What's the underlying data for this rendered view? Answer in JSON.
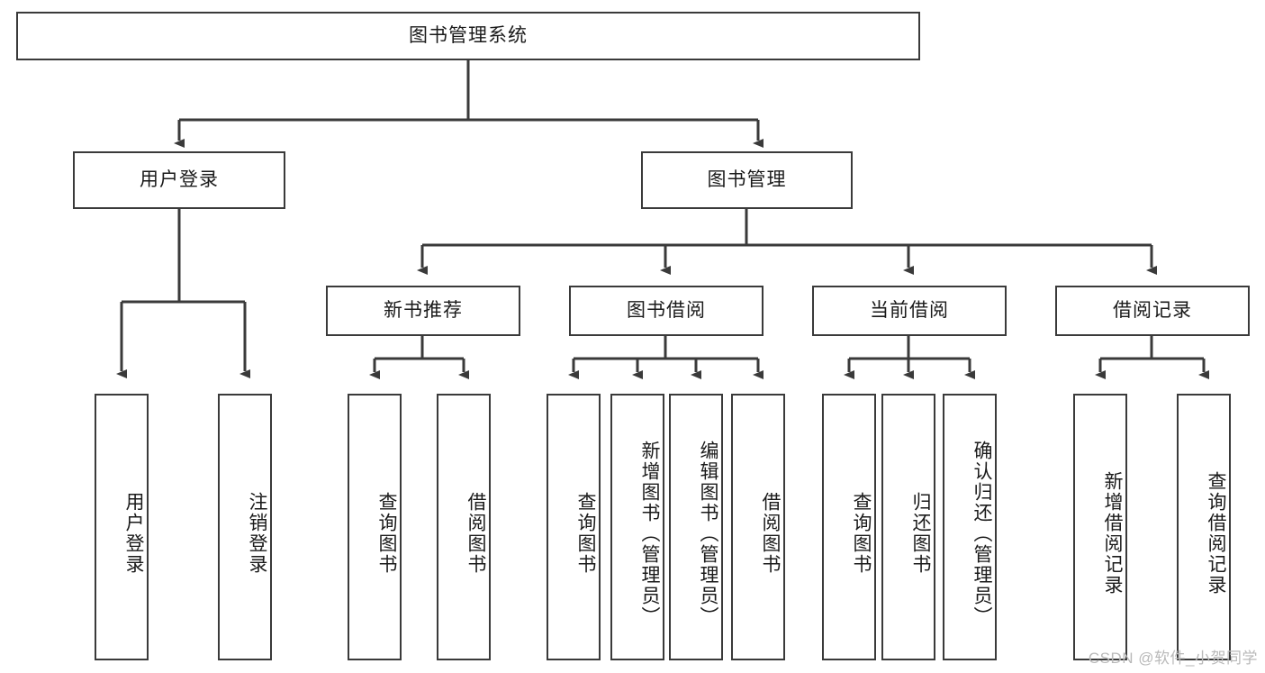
{
  "diagram": {
    "title": "图书管理系统",
    "type": "tree-hierarchy",
    "watermark": "CSDN @软件_小贺同学",
    "colors": {
      "box_border": "#3a3a3a",
      "box_fill": "#ffffff",
      "edge": "#3a3a3a",
      "text": "#1a1a1a",
      "watermark": "#b9b9b9"
    },
    "nodes": {
      "root": {
        "label": "图书管理系统"
      },
      "level2": [
        {
          "id": "user-login",
          "label": "用户登录"
        },
        {
          "id": "book-management",
          "label": "图书管理"
        }
      ],
      "level3": [
        {
          "id": "new-book-recommend",
          "label": "新书推荐"
        },
        {
          "id": "book-borrow",
          "label": "图书借阅"
        },
        {
          "id": "current-borrow",
          "label": "当前借阅"
        },
        {
          "id": "borrow-record",
          "label": "借阅记录"
        }
      ],
      "leaves": {
        "user_login": [
          {
            "id": "leaf-user-login",
            "label": "用户登录"
          },
          {
            "id": "leaf-logout-login",
            "label": "注销登录"
          }
        ],
        "new_book_recommend": [
          {
            "id": "leaf-query-book-1",
            "label": "查询图书"
          },
          {
            "id": "leaf-borrow-book-1",
            "label": "借阅图书"
          }
        ],
        "book_borrow": [
          {
            "id": "leaf-query-book-2",
            "label": "查询图书"
          },
          {
            "id": "leaf-add-book",
            "label": "新增图书（管理员）"
          },
          {
            "id": "leaf-edit-book",
            "label": "编辑图书（管理员）"
          },
          {
            "id": "leaf-borrow-book-2",
            "label": "借阅图书"
          }
        ],
        "current_borrow": [
          {
            "id": "leaf-query-book-3",
            "label": "查询图书"
          },
          {
            "id": "leaf-return-book",
            "label": "归还图书"
          },
          {
            "id": "leaf-confirm-return",
            "label": "确认归还（管理员）"
          }
        ],
        "borrow_record": [
          {
            "id": "leaf-add-record",
            "label": "新增借阅记录"
          },
          {
            "id": "leaf-query-record",
            "label": "查询借阅记录"
          }
        ]
      }
    }
  }
}
